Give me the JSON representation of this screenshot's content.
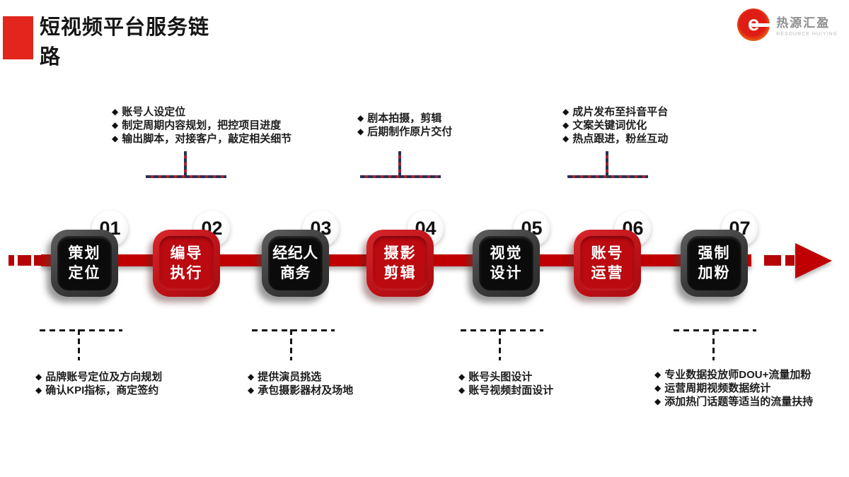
{
  "slide": {
    "title": "短视频平台服务链路",
    "accent_red": "#c00000",
    "title_bar_red": "#e2251d",
    "dark_box_color": "#2c2c2c"
  },
  "logo": {
    "glyph": "e",
    "name": "热源汇盈",
    "subtitle": "RESOURCE HUIYING"
  },
  "bullet_char": "◆",
  "process": {
    "steps": [
      {
        "number": "01",
        "title": "策划\n定位",
        "color": "dark"
      },
      {
        "number": "02",
        "title": "编导\n执行",
        "color": "red"
      },
      {
        "number": "03",
        "title": "经纪人\n商务",
        "color": "dark"
      },
      {
        "number": "04",
        "title": "摄影\n剪辑",
        "color": "red"
      },
      {
        "number": "05",
        "title": "视觉\n设计",
        "color": "dark"
      },
      {
        "number": "06",
        "title": "账号\n运营",
        "color": "red"
      },
      {
        "number": "07",
        "title": "强制\n加粉",
        "color": "dark"
      }
    ]
  },
  "annotations": {
    "top": [
      {
        "anchor_step": "02",
        "items": [
          "账号人设定位",
          "制定周期内容规划，把控项目进度",
          "输出脚本，对接客户，敲定相关细节"
        ]
      },
      {
        "anchor_step": "04",
        "items": [
          "剧本拍摄，剪辑",
          "后期制作原片交付"
        ]
      },
      {
        "anchor_step": "06",
        "items": [
          "成片发布至抖音平台",
          "文案关键词优化",
          "热点跟进，粉丝互动"
        ]
      }
    ],
    "bottom": [
      {
        "anchor_step": "01",
        "items": [
          "品牌账号定位及方向规划",
          "确认KPI指标，商定签约"
        ]
      },
      {
        "anchor_step": "03",
        "items": [
          "提供演员挑选",
          "承包摄影器材及场地"
        ]
      },
      {
        "anchor_step": "05",
        "items": [
          "账号头图设计",
          "账号视频封面设计"
        ]
      },
      {
        "anchor_step": "07",
        "items": [
          "专业数据投放师DOU+流量加粉",
          "运营周期视频数据统计",
          "添加热门话题等适当的流量扶持"
        ]
      }
    ]
  }
}
